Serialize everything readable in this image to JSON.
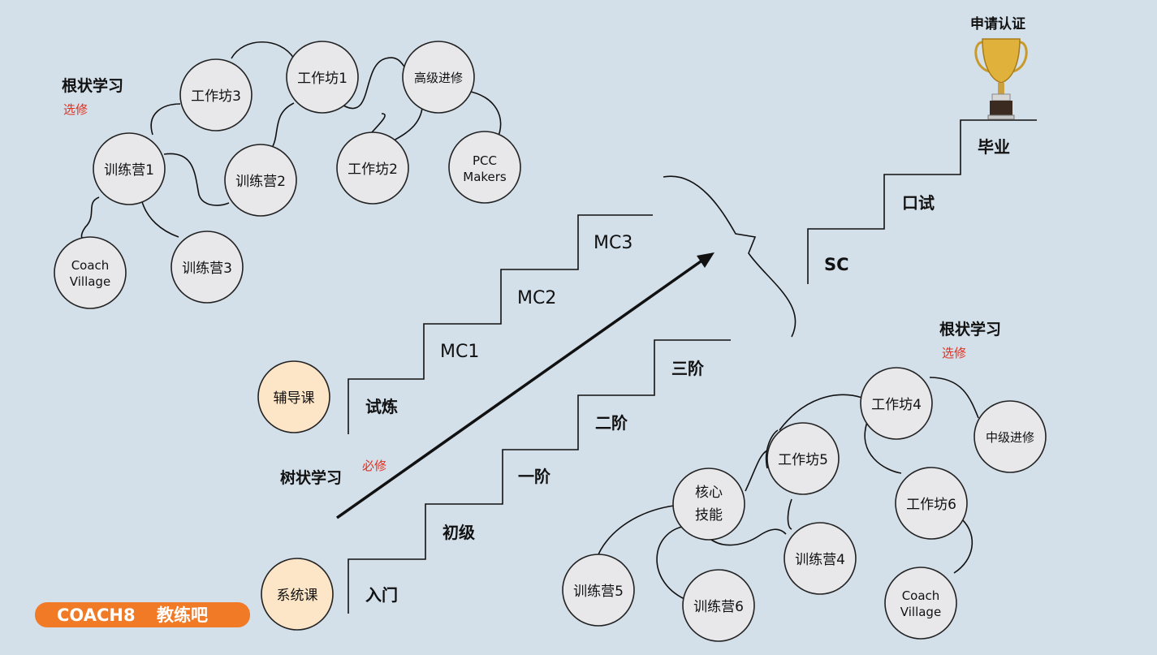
{
  "title": {
    "apply_cert": "申请认证"
  },
  "top_left": {
    "heading": "根状学习",
    "elective": "选修",
    "nodes": {
      "workshop3": "工作坊3",
      "workshop1": "工作坊1",
      "advanced": "高级进修",
      "camp1": "训练营1",
      "camp2": "训练营2",
      "workshop2": "工作坊2",
      "pcc_line1": "PCC",
      "pcc_line2": "Makers",
      "coach_line1": "Coach",
      "coach_line2": "Village",
      "camp3": "训练营3"
    }
  },
  "center": {
    "heading": "树状学习",
    "required": "必修",
    "tutoring": "辅导课",
    "system": "系统课",
    "upper_stairs": [
      "试炼",
      "MC1",
      "MC2",
      "MC3"
    ],
    "lower_stairs": [
      "入门",
      "初级",
      "一阶",
      "二阶",
      "三阶"
    ]
  },
  "right_stairs": [
    "SC",
    "口试",
    "毕业"
  ],
  "bottom_right": {
    "heading": "根状学习",
    "elective": "选修",
    "nodes": {
      "workshop4": "工作坊4",
      "intermediate": "中级进修",
      "workshop5": "工作坊5",
      "core_line1": "核心",
      "core_line2": "技能",
      "workshop6": "工作坊6",
      "camp4": "训练营4",
      "camp5": "训练营5",
      "camp6": "训练营6",
      "coach_line1": "Coach",
      "coach_line2": "Village"
    }
  },
  "logo": {
    "brand": "COACH8",
    "name": "教练吧"
  },
  "colors": {
    "background": "#d3dfe9",
    "node_fill": "#e8e8ea",
    "required_fill": "#fde6c8",
    "accent_red": "#e0301e",
    "logo_orange": "#f07a26"
  },
  "icons": {
    "trophy": "trophy-icon"
  }
}
